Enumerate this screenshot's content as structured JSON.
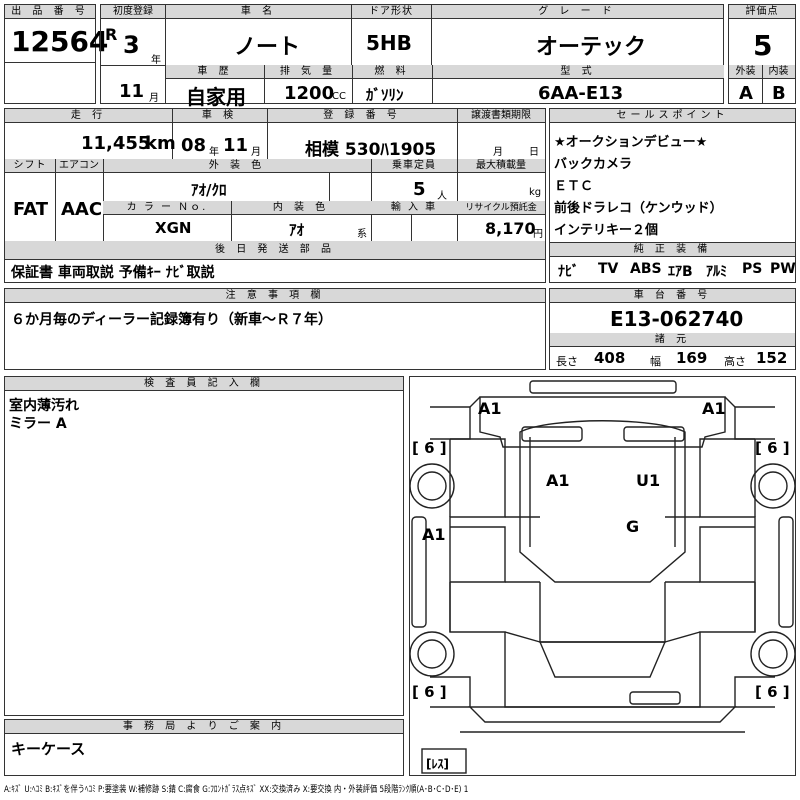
{
  "header": {
    "lot_label": "出 品 番 号",
    "lot_number": "12564",
    "first_reg_label": "初度登録",
    "era_letter": "R",
    "year_value": "3",
    "year_unit": "年",
    "month_value": "11",
    "month_unit": "月",
    "car_name_label": "車 名",
    "car_name": "ノート",
    "door_label": "ドア形状",
    "door": "5HB",
    "grade_label": "グ レ ー ド",
    "grade": "オーテック",
    "score_label": "評価点",
    "score": "5",
    "history_label": "車 歴",
    "history": "自家用",
    "displacement_label": "排 気 量",
    "displacement": "1200",
    "displacement_unit": "CC",
    "fuel_label": "燃 料",
    "fuel": "ｶﾞｿﾘﾝ",
    "model_label": "型 式",
    "model": "6AA-E13",
    "exterior_label": "外装",
    "exterior_grade": "A",
    "interior_label": "内装",
    "interior_grade": "B"
  },
  "row2": {
    "mileage_label": "走 行",
    "mileage": "11,455",
    "mileage_unit": "km",
    "inspection_label": "車 検",
    "inspection_year": "08",
    "inspection_year_unit": "年",
    "inspection_month": "11",
    "inspection_month_unit": "月",
    "plate_label": "登 録 番 号",
    "plate": "相模 530ﾊ1905",
    "transfer_label": "譲渡書類期限",
    "transfer_month_unit": "月",
    "transfer_day_unit": "日",
    "sales_point_label": "セールスポイント",
    "sales_points": [
      "★オークションデビュー★",
      "バックカメラ",
      "ＥＴＣ",
      "前後ドラレコ（ケンウッド）",
      "インテリキー２個"
    ],
    "shift_label": "シフト",
    "shift": "FAT",
    "aircon_label": "エアコン",
    "aircon": "AAC",
    "ext_color_label": "外 装 色",
    "ext_color": "ｱｵ/ｸﾛ",
    "capacity_label": "乗車定員",
    "capacity": "5",
    "capacity_unit": "人",
    "max_load_label": "最大積載量",
    "max_load_unit": "kg",
    "color_no_label": "カ ラ ー Ｎｏ.",
    "color_no": "XGN",
    "int_color_label": "内 装 色",
    "int_color": "ｱｵ",
    "int_color_unit": "系",
    "import_label": "輸 入 車",
    "recycle_label": "リサイクル預託金",
    "recycle": "8,170",
    "recycle_unit": "円"
  },
  "shipping": {
    "label": "後 日 発 送 部 品",
    "items": "保証書 車両取説 予備ｷｰ ﾅﾋﾞ取説"
  },
  "equipment": {
    "label": "純 正 装 備",
    "items": [
      "ﾅﾋﾞ",
      "TV",
      "ABS",
      "ｴｱB",
      "ｱﾙﾐ",
      "PS",
      "PW"
    ]
  },
  "notes": {
    "label": "注 意 事 項 欄",
    "text": "６か月毎のディーラー記録簿有り（新車～Ｒ７年）"
  },
  "chassis": {
    "label": "車 台 番 号",
    "number": "E13-062740",
    "specs_label": "諸 元",
    "length_label": "長さ",
    "length": "408",
    "width_label": "幅",
    "width": "169",
    "height_label": "高さ",
    "height": "152"
  },
  "inspector": {
    "label": "検 査 員 記 入 欄",
    "lines": [
      "室内薄汚れ",
      "ミラー A"
    ]
  },
  "diagram": {
    "marks": [
      "A1",
      "A1",
      "A1",
      "U1",
      "G",
      "A1"
    ],
    "tire_labels": [
      "[ 6 ]",
      "[ 6 ]",
      "[ 6 ]",
      "[ 6 ]"
    ],
    "spare_label": "[ﾚｽ]"
  },
  "office": {
    "label": "事 務 局 よ り ご 案 内",
    "text": "キーケース"
  },
  "legend": "A:ｷｽﾞ U:ﾍｺﾐ B:ｷｽﾞを伴うﾍｺﾐ P:要塗装 W:補修跡 S:錆 C:腐食 G:ﾌﾛﾝﾄｶﾞﾗｽ点ｷｽﾞ XX:交換済み X:要交換  内・外装評価  5段階ﾗﾝｸ順(A･B･C･D･E) 1"
}
